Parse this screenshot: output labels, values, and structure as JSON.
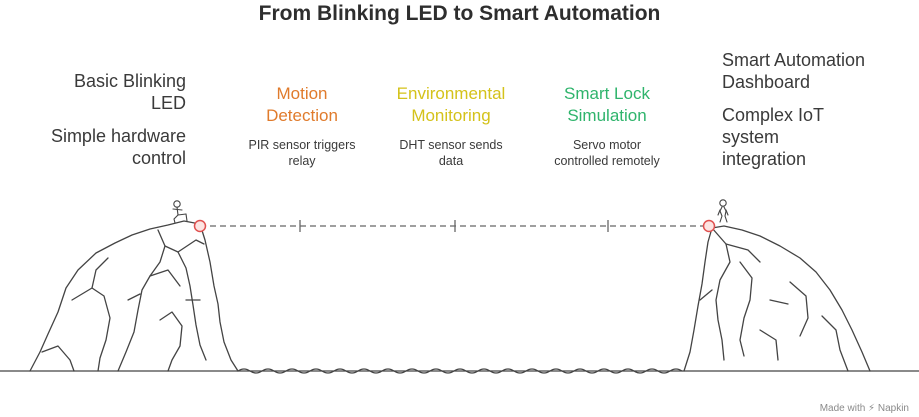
{
  "title": "From Blinking LED to Smart Automation",
  "start": {
    "title_lines": [
      "Basic Blinking",
      "LED"
    ],
    "desc_lines": [
      "Simple hardware",
      "control"
    ]
  },
  "stages": [
    {
      "title_lines": [
        "Motion",
        "Detection"
      ],
      "desc_lines": [
        "PIR sensor triggers",
        "relay"
      ],
      "color": "#e07b2c"
    },
    {
      "title_lines": [
        "Environmental",
        "Monitoring"
      ],
      "desc_lines": [
        "DHT sensor sends",
        "data"
      ],
      "color": "#d4c21a"
    },
    {
      "title_lines": [
        "Smart Lock",
        "Simulation"
      ],
      "desc_lines": [
        "Servo motor",
        "controlled remotely"
      ],
      "color": "#2fb46c"
    }
  ],
  "end": {
    "title_lines": [
      "Smart Automation",
      "Dashboard"
    ],
    "desc_lines": [
      "Complex IoT",
      "system",
      "integration"
    ]
  },
  "colors": {
    "marker": "#e0504f",
    "line": "#666666",
    "cliff": "#444444"
  },
  "credit": "Made with ⚡ Napkin"
}
